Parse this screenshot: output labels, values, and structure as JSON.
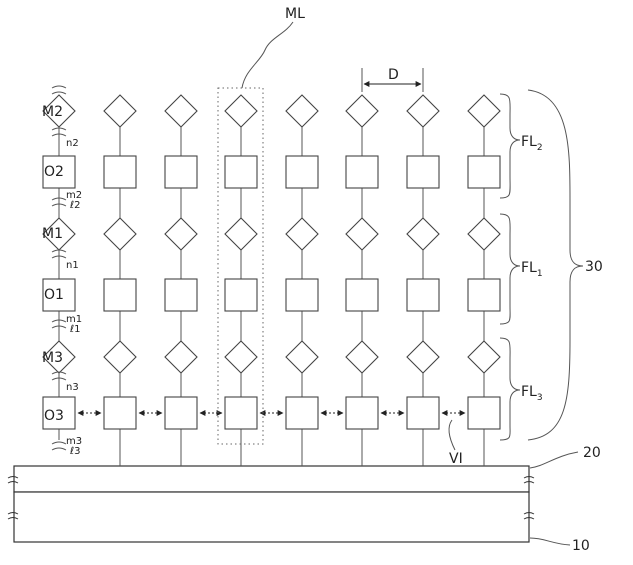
{
  "figure": {
    "label_ML": "ML",
    "label_D": "D",
    "label_VI": "VI",
    "label_20": "20",
    "label_10": "10",
    "label_30": "30",
    "fl2": {
      "base": "FL",
      "sub": "2"
    },
    "fl1": {
      "base": "FL",
      "sub": "1"
    },
    "fl3": {
      "base": "FL",
      "sub": "3"
    },
    "left_column": {
      "m2": "M2",
      "o2": "O2",
      "m1": "M1",
      "o1": "O1",
      "m3": "M3",
      "o3": "O3",
      "n2": "n2",
      "m2_l2": {
        "top": "m2",
        "bottom": "ℓ2"
      },
      "n1": "n1",
      "m1_l1": {
        "top": "m1",
        "bottom": "ℓ1"
      },
      "n3": "n3",
      "m3_l3": {
        "top": "m3",
        "bottom": "ℓ3"
      }
    }
  }
}
